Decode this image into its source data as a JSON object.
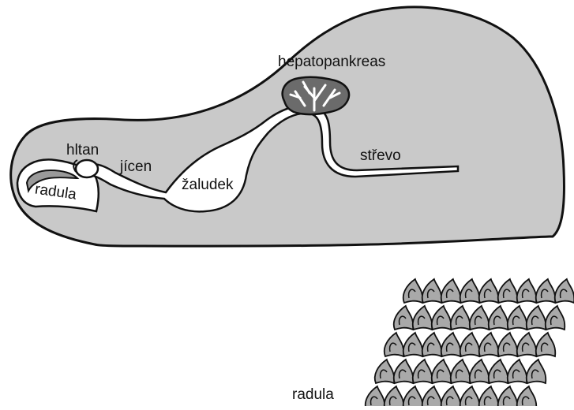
{
  "labels": {
    "hepatopancreas": "hepatopankreas",
    "pharynx": "hltan",
    "esophagus": "jícen",
    "stomach": "žaludek",
    "intestine": "střevo",
    "radula_inner": "radula",
    "radula_caption": "radula"
  },
  "colors": {
    "body_fill": "#c9c9c9",
    "outline": "#111111",
    "gut_fill": "#ffffff",
    "gland_fill": "#6b6b6b",
    "tooth_fill": "#a9a9a9"
  }
}
